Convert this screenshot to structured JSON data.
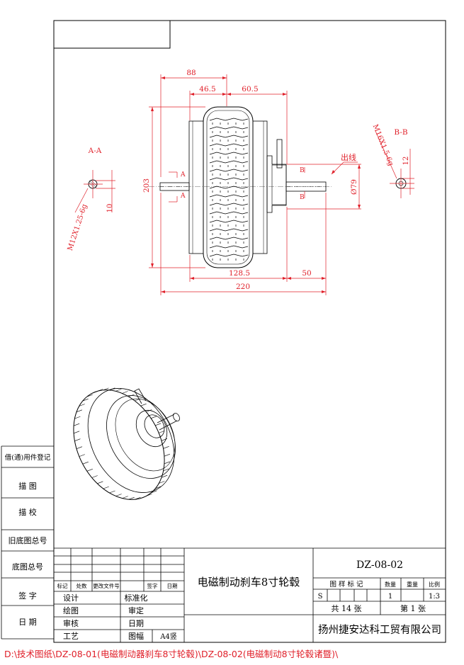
{
  "drawing": {
    "dims": {
      "d88": "88",
      "d46_5": "46.5",
      "d60_5": "60.5",
      "d203": "203",
      "d128_5": "128.5",
      "d50": "50",
      "d220": "220",
      "d79": "Ø79",
      "d10": "10",
      "d12": "12",
      "outlet": "出线"
    },
    "section_a": {
      "title": "A-A",
      "mark": "A",
      "thread": "M12X1.25-6g"
    },
    "section_b": {
      "title": "B-B",
      "mark": "B",
      "thread": "M16X1.5-6g"
    }
  },
  "left_column": {
    "items": [
      "借(通)用件登记",
      "描  图",
      "描  校",
      "旧底图总号",
      "底图总号",
      "签  字",
      "日  期"
    ]
  },
  "title_block": {
    "rev_headers": [
      "标记",
      "处数",
      "更改文件号",
      "签字",
      "日期"
    ],
    "roles_left": [
      "设计",
      "绘图",
      "审核",
      "工艺"
    ],
    "roles_mid": [
      "标准化",
      "审定",
      "日期",
      "图幅"
    ],
    "sheet_size": "A4竖",
    "title": "电磁制动刹车8寸轮毂",
    "drawing_no": "DZ-08-02",
    "grade_header": "图 样 标 记",
    "qty_header": "数量",
    "weight_header": "重量",
    "scale_header": "比例",
    "grade_value": "S",
    "qty_value": "1",
    "scale_value": "1:3",
    "total_sheets": "共 14 张",
    "sheet_no": "第 1 张",
    "company": "扬州捷安达科工贸有限公司"
  },
  "footer": {
    "path": "D:\\技术图纸\\DZ-08-01(电磁制动器刹车8寸轮毂)\\DZ-08-02(电磁制动8寸轮毂诸暨)\\"
  }
}
